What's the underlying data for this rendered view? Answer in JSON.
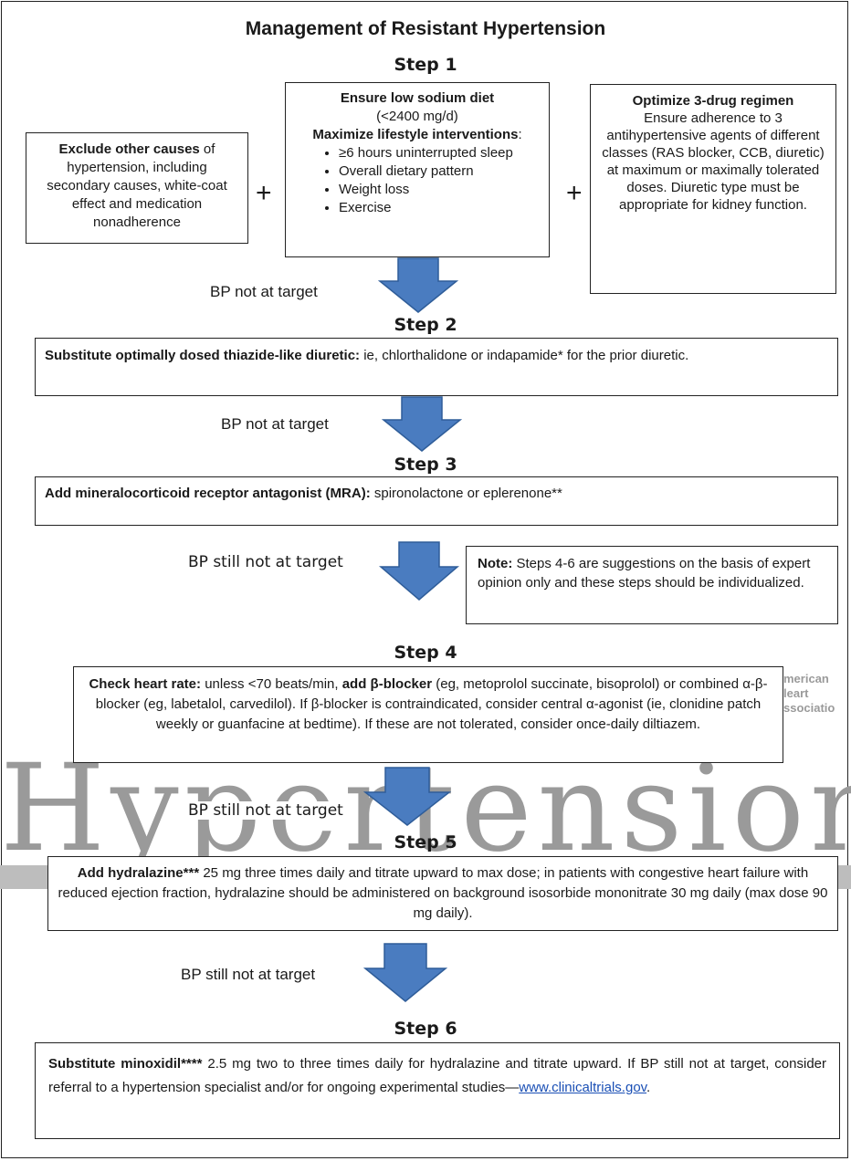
{
  "title": "Management of Resistant Hypertension",
  "watermark": {
    "journal": "Hypertension",
    "logo_lines": [
      "merican",
      "leart",
      "ssociatio"
    ]
  },
  "colors": {
    "arrow_fill": "#4a7cc0",
    "arrow_stroke": "#2f5d99"
  },
  "step1": {
    "label": "Step 1",
    "box_left": {
      "bold": "Exclude other causes",
      "text": " of hypertension, including secondary causes, white-coat effect and medication nonadherence"
    },
    "box_middle": {
      "heading": "Ensure low sodium diet",
      "sub": "(<2400 mg/d)",
      "lifestyle_bold": "Maximize lifestyle interventions",
      "lifestyle_colon": ":",
      "bullets": [
        "≥6 hours uninterrupted sleep",
        "Overall dietary pattern",
        "Weight loss",
        "Exercise"
      ]
    },
    "box_right": {
      "heading": "Optimize 3-drug regimen",
      "text": "Ensure adherence to 3 antihypertensive agents of different classes (RAS blocker, CCB, diuretic) at maximum or maximally tolerated doses. Diuretic type must be appropriate for kidney function."
    },
    "plus": "+"
  },
  "transition1": "BP not at target",
  "step2": {
    "label": "Step 2",
    "bold": "Substitute optimally dosed thiazide-like diuretic:",
    "text": " ie, chlorthalidone or indapamide* for the prior diuretic."
  },
  "transition2": "BP not at target",
  "step3": {
    "label": "Step 3",
    "bold": "Add mineralocorticoid receptor antagonist (MRA):",
    "text": " spironolactone or eplerenone**"
  },
  "transition3": "BP still not at target",
  "note": {
    "bold": "Note:",
    "text": " Steps 4-6 are suggestions on the basis of expert opinion only and these steps should be individualized."
  },
  "step4": {
    "label": "Step 4",
    "bold1": "Check heart rate:",
    "t1": " unless <70 beats/min, ",
    "bold2": "add β-blocker",
    "t2": " (eg, metoprolol succinate, bisoprolol) or combined α-β-blocker (eg, labetalol, carvedilol). If β-blocker is contraindicated, consider central α-agonist (ie, clonidine patch weekly or guanfacine at bedtime). If these are not tolerated, consider once-daily diltiazem."
  },
  "transition4": "BP still not at target",
  "step5": {
    "label": "Step 5",
    "bold": "Add hydralazine***",
    "text": " 25 mg three times daily and titrate upward to max dose; in patients with congestive heart failure with reduced ejection fraction, hydralazine should be administered on background isosorbide mononitrate 30 mg daily (max dose 90 mg daily)."
  },
  "transition5": "BP still not at target",
  "step6": {
    "label": "Step 6",
    "bold": "Substitute minoxidil****",
    "text": " 2.5 mg two to three times daily for hydralazine and titrate upward. If BP still not at target, consider referral to a hypertension specialist and/or for ongoing experimental studies—",
    "link": "www.clinicaltrials.gov",
    "end": "."
  }
}
